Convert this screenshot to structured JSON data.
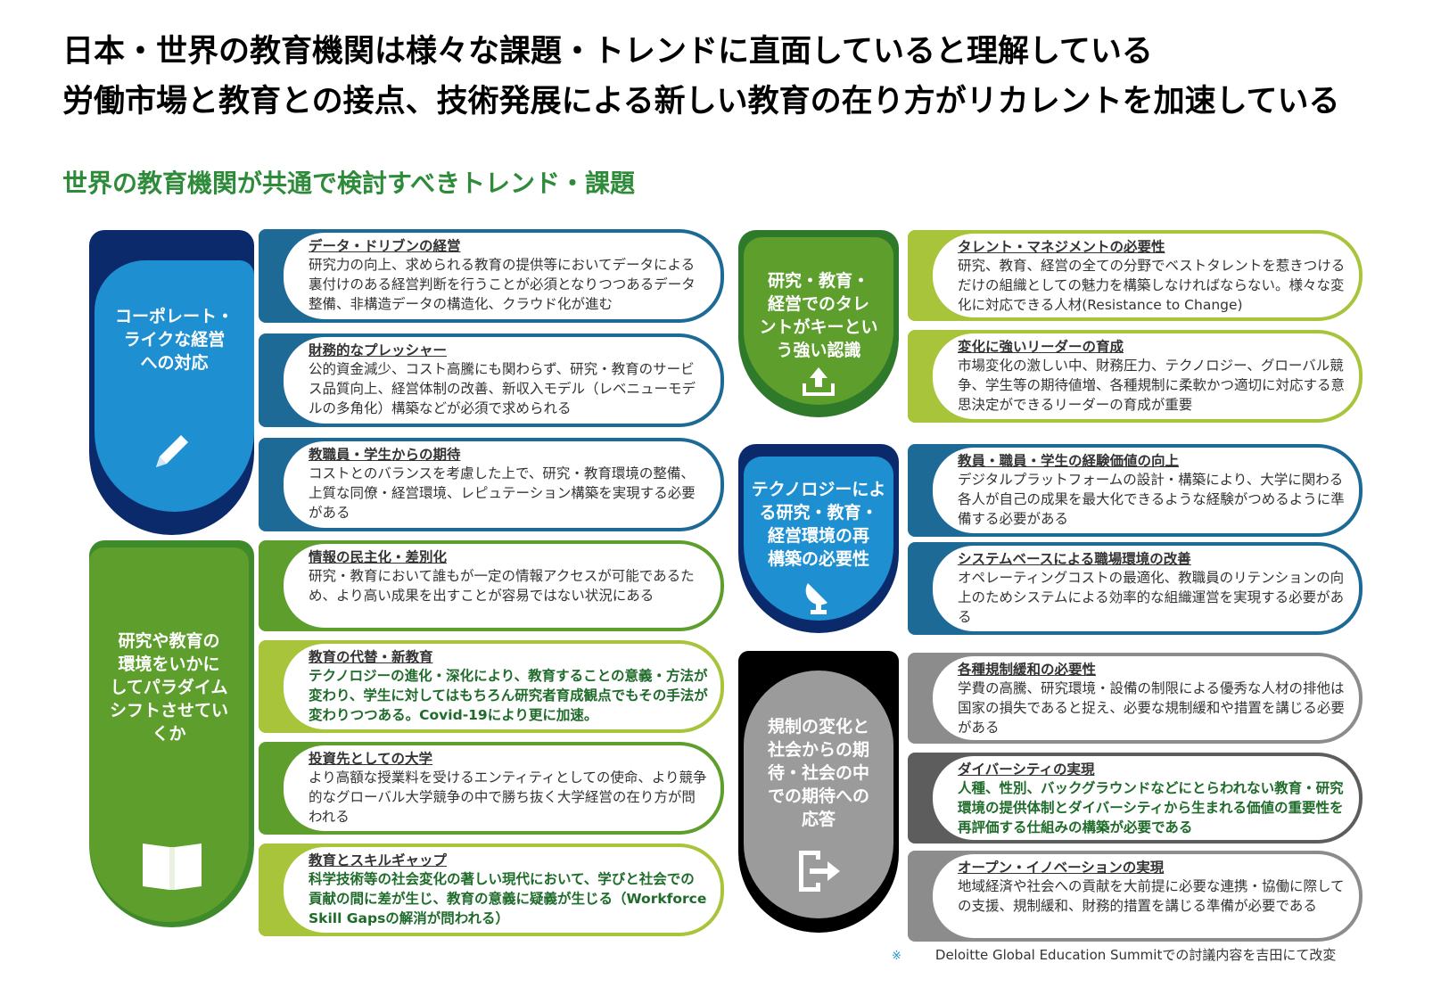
{
  "title": {
    "line1": "日本・世界の教育機関は様々な課題・トレンドに直面していると理解している",
    "line2": "労働市場と教育との接点、技術発展による新しい教育の在り方がリカレントを加速している"
  },
  "subtitle": "世界の教育機関が共通で検討すべきトレンド・課題",
  "categories": [
    {
      "label": "コーポレート・\nライクな経営\nへの対応",
      "icon": "pencil-icon"
    },
    {
      "label": "研究や教育の\n環境をいかに\nしてパラダイム\nシフトさせてい\nくか",
      "icon": "book-icon"
    },
    {
      "label": "研究・教育・\n経営でのタレ\nントがキーとい\nう強い認識",
      "icon": "upload-tray-icon"
    },
    {
      "label": "テクノロジーによ\nる研究・教育・\n経営環境の再\n構築の必要性",
      "icon": "satellite-dish-icon"
    },
    {
      "label": "規制の変化と\n社会からの期\n待・社会の中\nでの期待への\n応答",
      "icon": "exit-icon"
    }
  ],
  "cards": [
    {
      "heading": "データ・ドリブンの経営",
      "body": "研究力の向上、求められる教育の提供等においてデータによる裏付けのある経営判断を行うことが必須となりつつあるデータ整備、非構造データの構造化、クラウド化が進む"
    },
    {
      "heading": "財務的なプレッシャー",
      "body": "公的資金減少、コスト高騰にも関わらず、研究・教育のサービス品質向上、経営体制の改善、新収入モデル（レベニューモデルの多角化）構築などが必須で求められる"
    },
    {
      "heading": "教職員・学生からの期待",
      "body": "コストとのバランスを考慮した上で、研究・教育環境の整備、上質な同僚・経営環境、レピュテーション構築を実現する必要がある"
    },
    {
      "heading": "情報の民主化・差別化",
      "body": "研究・教育において誰もが一定の情報アクセスが可能であるため、より高い成果を出すことが容易ではない状況にある"
    },
    {
      "heading": "教育の代替・新教育",
      "body": "テクノロジーの進化・深化により、教育することの意義・方法が変わり、学生に対してはもちろん研究者育成観点でもその手法が変わりつつある。Covid-19により更に加速。"
    },
    {
      "heading": "投資先としての大学",
      "body": "より高額な授業料を受けるエンティティとしての使命、より競争的なグローバル大学競争の中で勝ち抜く大学経営の在り方が問われる"
    },
    {
      "heading": "教育とスキルギャップ",
      "body": "科学技術等の社会変化の著しい現代において、学びと社会での貢献の間に差が生じ、教育の意義に疑義が生じる（Workforce Skill Gapsの解消が問われる）"
    },
    {
      "heading": "タレント・マネジメントの必要性",
      "body": "研究、教育、経営の全ての分野でベストタレントを惹きつけるだけの組織としての魅力を構築しなければならない。様々な変化に対応できる人材(Resistance to Change)"
    },
    {
      "heading": "変化に強いリーダーの育成",
      "body": "市場変化の激しい中、財務圧力、テクノロジー、グローバル競争、学生等の期待値増、各種規制に柔軟かつ適切に対応する意思決定ができるリーダーの育成が重要"
    },
    {
      "heading": "教員・職員・学生の経験価値の向上",
      "body": "デジタルプラットフォームの設計・構築により、大学に関わる各人が自己の成果を最大化できるような経験がつめるように準備する必要がある"
    },
    {
      "heading": "システムベースによる職場環境の改善",
      "body": "オペレーティングコストの最適化、教職員のリテンションの向上のためシステムによる効率的な組織運営を実現する必要がある"
    },
    {
      "heading": "各種規制緩和の必要性",
      "body": "学費の高騰、研究環境・設備の制限による優秀な人材の排他は国家の損失であると捉え、必要な規制緩和や措置を講じる必要がある"
    },
    {
      "heading": "ダイバーシティの実現",
      "body": "人種、性別、バックグラウンドなどにとらわれない教育・研究環境の提供体制とダイバーシティから生まれる価値の重要性を再評価する仕組みの構築が必要である"
    },
    {
      "heading": "オープン・イノベーションの実現",
      "body": "地域経済や社会への貢献を大前提に必要な連携・協働に際しての支援、規制緩和、財務的措置を講じる準備が必要である"
    }
  ],
  "note": {
    "mark": "※",
    "text": "Deloitte Global Education Summitでの討議内容を吉田にて改変"
  }
}
